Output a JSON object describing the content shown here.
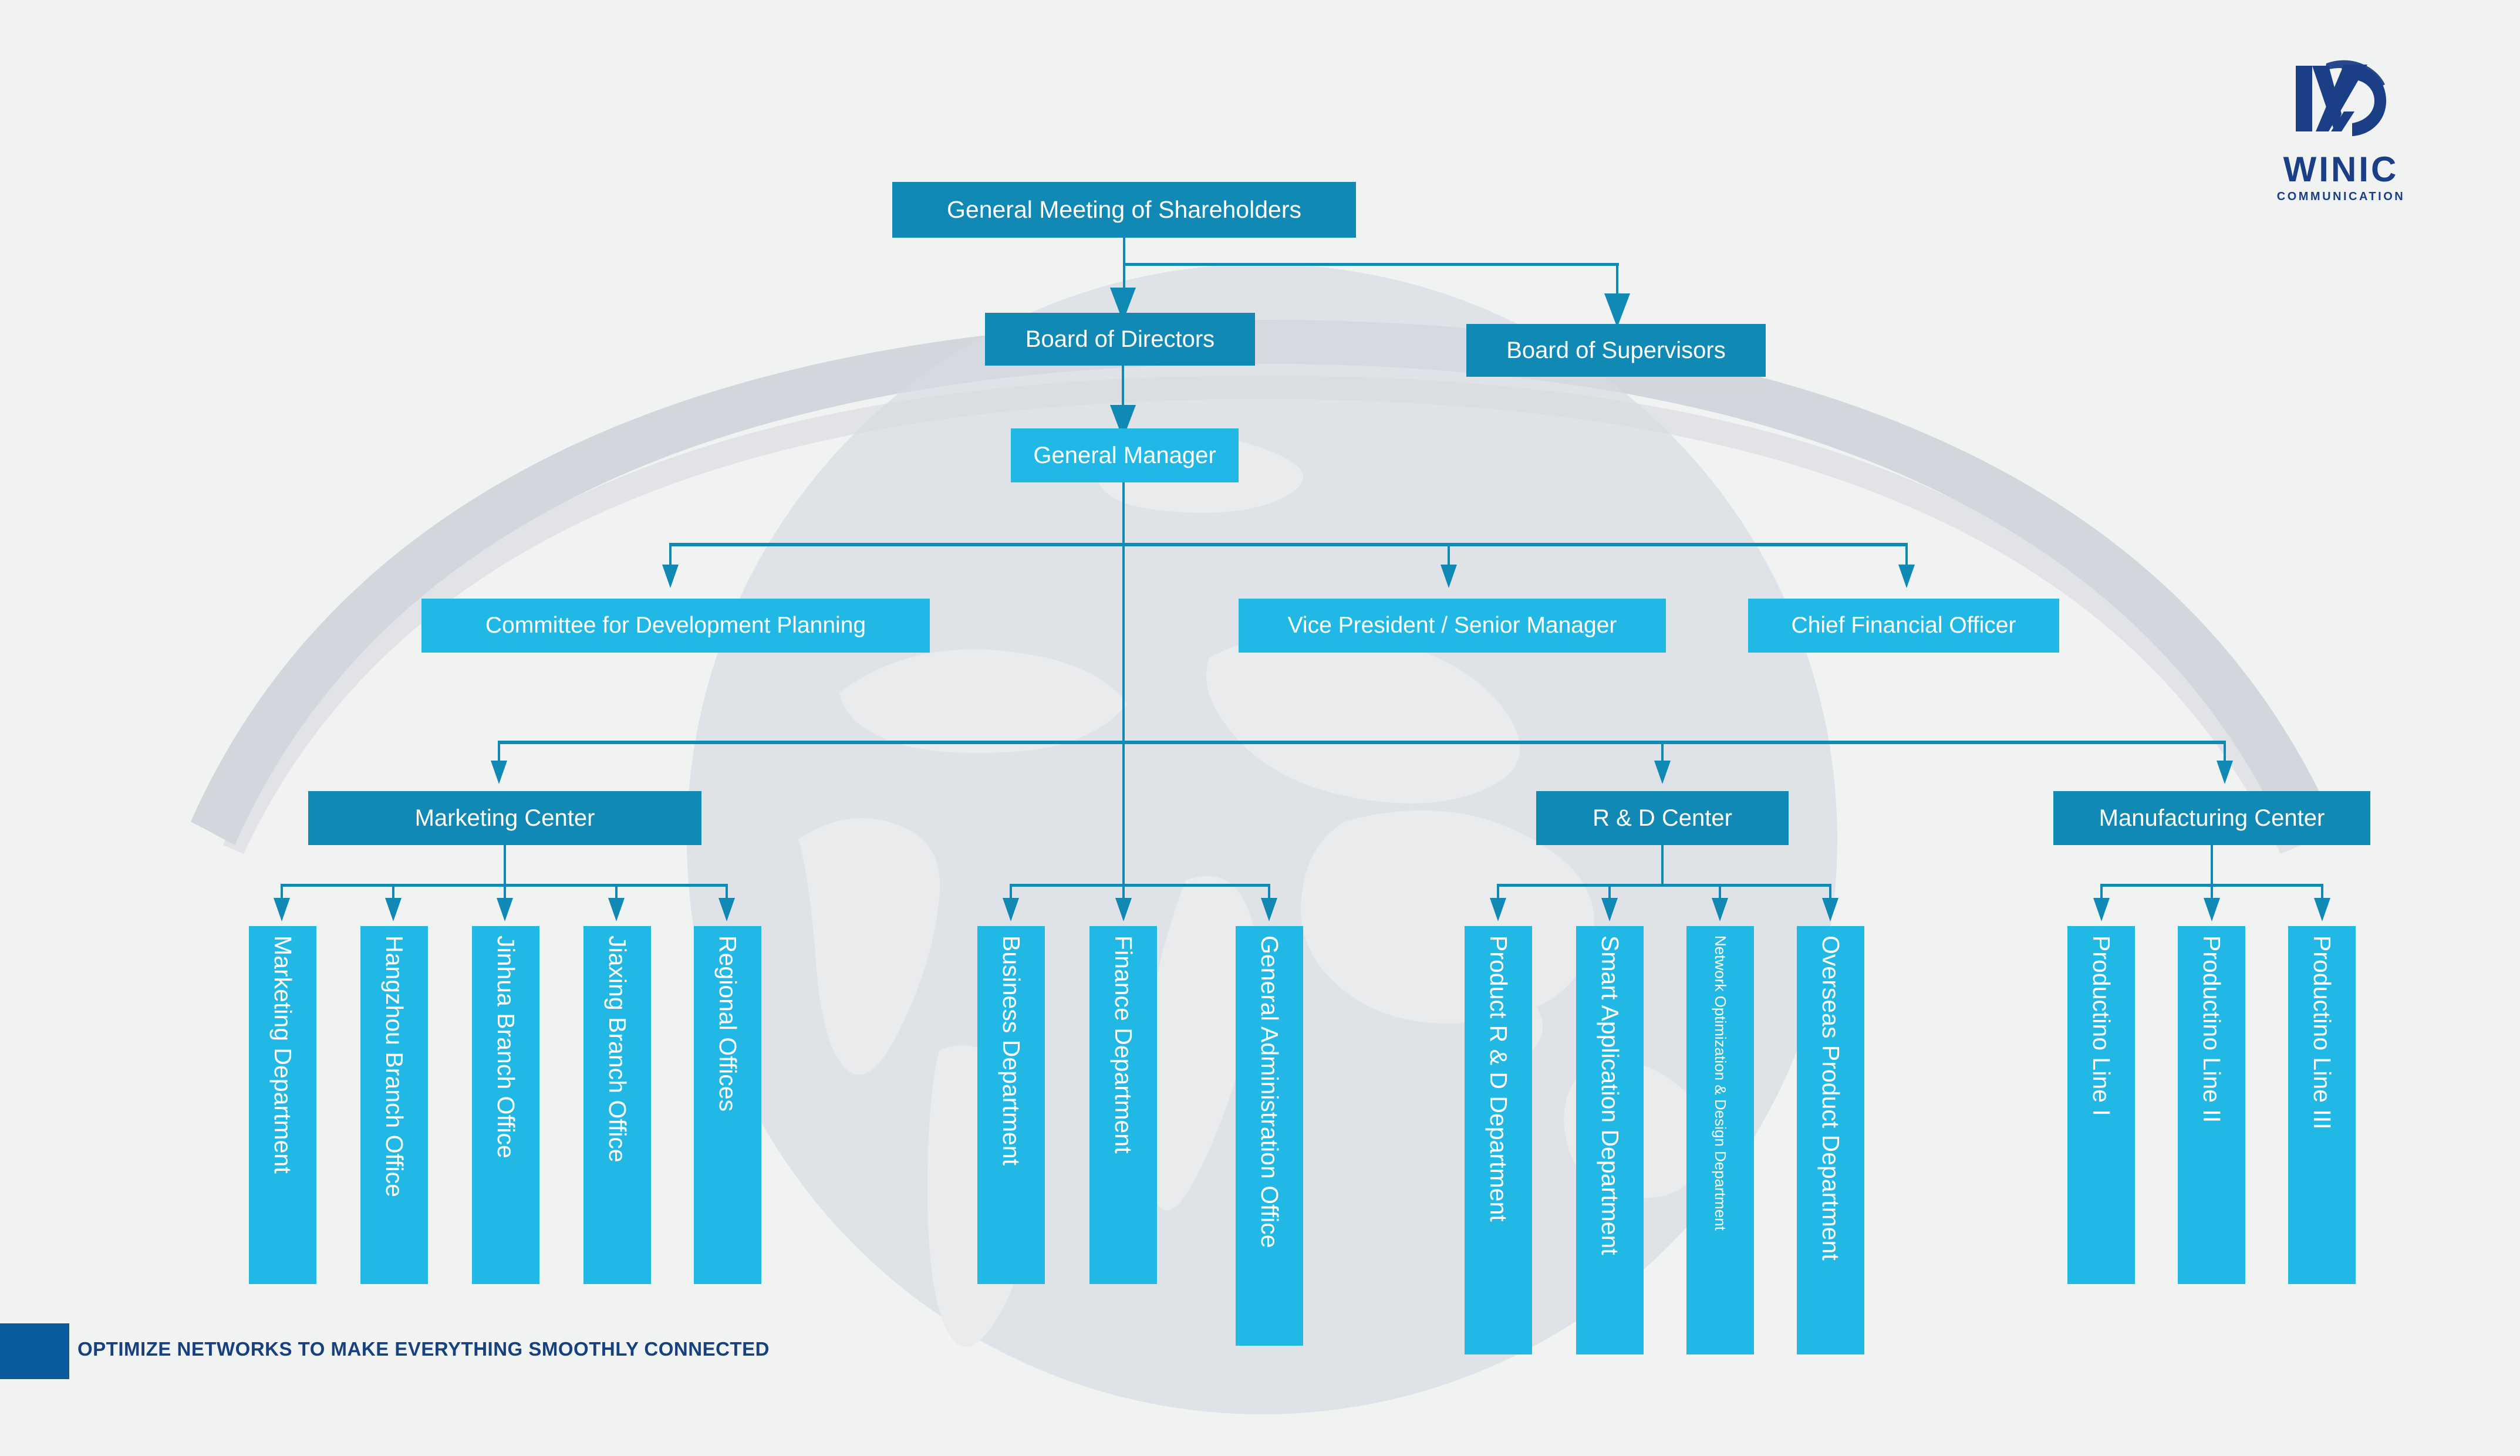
{
  "brand": {
    "logo_word": "WINIC",
    "logo_sub": "COMMUNICATION",
    "logo_mark_name": "winic-w-d-monogram",
    "navy": "#1b3f86",
    "dark_blue": "#1189b5",
    "light_blue": "#22b8e6",
    "background": "#f1f2f2"
  },
  "footer": {
    "tagline": "OPTIMIZE NETWORKS TO MAKE EVERYTHING SMOOTHLY CONNECTED",
    "accent_color": "#0a5a9e"
  },
  "chart_data": {
    "type": "diagram",
    "title": "Organizational Structure Chart",
    "nodes": [
      {
        "id": "shareholders",
        "label": "General Meeting of Shareholders",
        "level": 0,
        "style": "dark"
      },
      {
        "id": "board_directors",
        "label": "Board of Directors",
        "level": 1,
        "style": "dark"
      },
      {
        "id": "board_supervisors",
        "label": "Board of Supervisors",
        "level": 1,
        "style": "dark"
      },
      {
        "id": "general_manager",
        "label": "General Manager",
        "level": 2,
        "style": "light"
      },
      {
        "id": "committee",
        "label": "Committee for Development Planning",
        "level": 3,
        "style": "light"
      },
      {
        "id": "vice_president",
        "label": "Vice President / Senior Manager",
        "level": 3,
        "style": "light"
      },
      {
        "id": "cfo",
        "label": "Chief Financial Officer",
        "level": 3,
        "style": "light"
      },
      {
        "id": "marketing_center",
        "label": "Marketing Center",
        "level": 4,
        "style": "dark"
      },
      {
        "id": "rd_center",
        "label": "R & D Center",
        "level": 4,
        "style": "dark"
      },
      {
        "id": "manufacturing_center",
        "label": "Manufacturing Center",
        "level": 4,
        "style": "dark"
      },
      {
        "id": "marketing_dept",
        "label": "Marketing Department",
        "level": 5,
        "style": "light"
      },
      {
        "id": "hangzhou",
        "label": "Hangzhou Branch Office",
        "level": 5,
        "style": "light"
      },
      {
        "id": "jinhua",
        "label": "Jinhua Branch Office",
        "level": 5,
        "style": "light"
      },
      {
        "id": "jiaxing",
        "label": "Jiaxing Branch Office",
        "level": 5,
        "style": "light"
      },
      {
        "id": "regional",
        "label": "Regional Offices",
        "level": 5,
        "style": "light"
      },
      {
        "id": "business_dept",
        "label": "Business Department",
        "level": 5,
        "style": "light"
      },
      {
        "id": "finance_dept",
        "label": "Finance Department",
        "level": 5,
        "style": "light"
      },
      {
        "id": "general_admin",
        "label": "General Administration Office",
        "level": 5,
        "style": "light"
      },
      {
        "id": "product_rd",
        "label": "Product R & D Department",
        "level": 5,
        "style": "light"
      },
      {
        "id": "smart_app",
        "label": "Smart Application Department",
        "level": 5,
        "style": "light"
      },
      {
        "id": "network_opt",
        "label": "Network Optimization & Design Department",
        "level": 5,
        "style": "light"
      },
      {
        "id": "overseas",
        "label": "Overseas Product Department",
        "level": 5,
        "style": "light"
      },
      {
        "id": "line1",
        "label": "Productino Line I",
        "level": 5,
        "style": "light"
      },
      {
        "id": "line2",
        "label": "Productino Line II",
        "level": 5,
        "style": "light"
      },
      {
        "id": "line3",
        "label": "Productino Line III",
        "level": 5,
        "style": "light"
      }
    ],
    "edges": [
      {
        "from": "shareholders",
        "to": "board_directors"
      },
      {
        "from": "shareholders",
        "to": "board_supervisors"
      },
      {
        "from": "board_directors",
        "to": "general_manager"
      },
      {
        "from": "general_manager",
        "to": "committee"
      },
      {
        "from": "general_manager",
        "to": "vice_president"
      },
      {
        "from": "general_manager",
        "to": "cfo"
      },
      {
        "from": "general_manager",
        "to": "marketing_center"
      },
      {
        "from": "general_manager",
        "to": "rd_center"
      },
      {
        "from": "general_manager",
        "to": "manufacturing_center"
      },
      {
        "from": "marketing_center",
        "to": "marketing_dept"
      },
      {
        "from": "marketing_center",
        "to": "hangzhou"
      },
      {
        "from": "marketing_center",
        "to": "jinhua"
      },
      {
        "from": "marketing_center",
        "to": "jiaxing"
      },
      {
        "from": "marketing_center",
        "to": "regional"
      },
      {
        "from": "general_manager",
        "to": "business_dept"
      },
      {
        "from": "general_manager",
        "to": "finance_dept"
      },
      {
        "from": "general_manager",
        "to": "general_admin"
      },
      {
        "from": "rd_center",
        "to": "product_rd"
      },
      {
        "from": "rd_center",
        "to": "smart_app"
      },
      {
        "from": "rd_center",
        "to": "network_opt"
      },
      {
        "from": "rd_center",
        "to": "overseas"
      },
      {
        "from": "manufacturing_center",
        "to": "line1"
      },
      {
        "from": "manufacturing_center",
        "to": "line2"
      },
      {
        "from": "manufacturing_center",
        "to": "line3"
      }
    ]
  }
}
